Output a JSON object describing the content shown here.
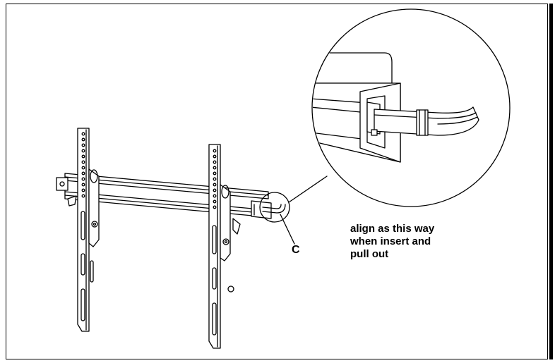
{
  "diagram": {
    "part_label": "C",
    "instruction_lines": [
      "align as this way",
      "when insert and",
      "pull out"
    ]
  }
}
